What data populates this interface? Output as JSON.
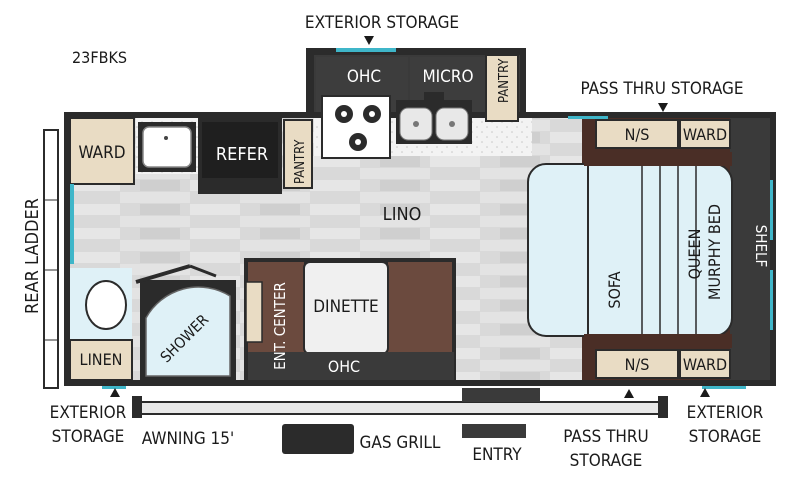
{
  "model": "23FBKS",
  "labels": {
    "exterior_storage_top": "EXTERIOR STORAGE",
    "ohc_kitchen": "OHC",
    "micro": "MICRO",
    "pantry_top": "PANTRY",
    "pass_thru_storage_top": "PASS THRU STORAGE",
    "ward_rear": "WARD",
    "refer": "REFER",
    "pantry_kitchen": "PANTRY",
    "ns_top": "N/S",
    "ward_top_right": "WARD",
    "rear_ladder": "REAR LADDER",
    "lino": "LINO",
    "shelf": "SHELF",
    "queen_murphy_bed_1": "QUEEN",
    "queen_murphy_bed_2": "MURPHY BED",
    "sofa": "SOFA",
    "shower": "SHOWER",
    "ent_center": "ENT. CENTER",
    "dinette": "DINETTE",
    "ohc_dinette": "OHC",
    "linen": "LINEN",
    "ns_bottom": "N/S",
    "ward_bottom_right": "WARD",
    "exterior_storage_left_1": "EXTERIOR",
    "exterior_storage_left_2": "STORAGE",
    "awning": "AWNING 15'",
    "gas_grill": "GAS GRILL",
    "entry": "ENTRY",
    "pass_thru_storage_bottom_1": "PASS THRU",
    "pass_thru_storage_bottom_2": "STORAGE",
    "exterior_storage_right_1": "EXTERIOR",
    "exterior_storage_right_2": "STORAGE"
  },
  "colors": {
    "wall": "#2b2b2b",
    "floor": "#d8d8d8",
    "floor_light": "#e6e6e6",
    "wood_dark": "#4a2e26",
    "wood_med": "#6b4a3e",
    "cabinet_tan": "#e9dcc4",
    "bed_blue": "#dff1f7",
    "accent_teal": "#3fb6c9",
    "counter": "#f2f2f2"
  }
}
